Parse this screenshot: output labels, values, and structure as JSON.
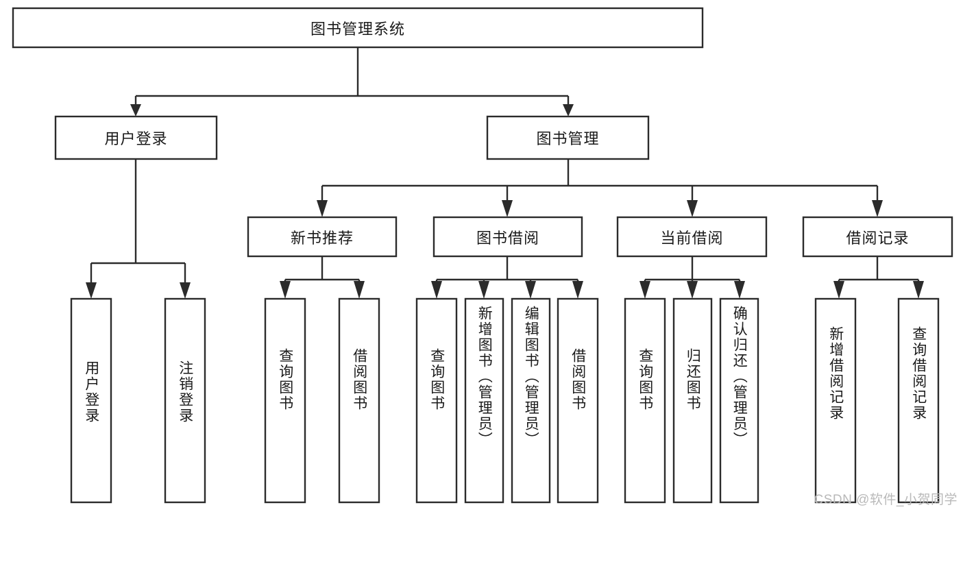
{
  "diagram": {
    "type": "tree",
    "title": "图书管理系统",
    "orientation": "top-down",
    "colors": {
      "box_stroke": "#2b2b2b",
      "box_fill": "#ffffff",
      "connector": "#2b2b2b",
      "text": "#1a1a1a",
      "watermark": "#b9b9b9",
      "background": "#ffffff"
    },
    "root": {
      "label": "图书管理系统"
    },
    "level1": [
      {
        "label": "用户登录"
      },
      {
        "label": "图书管理"
      }
    ],
    "level2": [
      {
        "label": "新书推荐"
      },
      {
        "label": "图书借阅"
      },
      {
        "label": "当前借阅"
      },
      {
        "label": "借阅记录"
      }
    ],
    "leaves": {
      "user_login": [
        {
          "label": "用户登录"
        },
        {
          "label": "注销登录"
        }
      ],
      "new_book": [
        {
          "label": "查询图书"
        },
        {
          "label": "借阅图书"
        }
      ],
      "book_borrow": [
        {
          "label": "查询图书"
        },
        {
          "label": "新增图书（管理员）"
        },
        {
          "label": "编辑图书（管理员）"
        },
        {
          "label": "借阅图书"
        }
      ],
      "current_borrow": [
        {
          "label": "查询图书"
        },
        {
          "label": "归还图书"
        },
        {
          "label": "确认归还（管理员）"
        }
      ],
      "borrow_record": [
        {
          "label": "新增借阅记录"
        },
        {
          "label": "查询借阅记录"
        }
      ]
    }
  },
  "watermark": {
    "text": "CSDN @软件_小贺同学"
  }
}
